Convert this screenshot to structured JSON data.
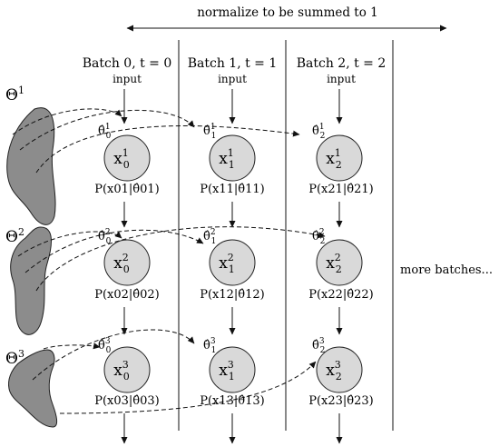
{
  "header": {
    "normalize_label": "normalize to be summed to 1"
  },
  "more_batches": "more batches...",
  "params": [
    {
      "base": "Θ",
      "sup": "1"
    },
    {
      "base": "Θ",
      "sup": "2"
    },
    {
      "base": "Θ",
      "sup": "3"
    }
  ],
  "batches": [
    {
      "title": "Batch 0, t = 0",
      "input": "input",
      "rows": [
        {
          "theta": "θ̂",
          "theta_sub": "0",
          "theta_sup": "1",
          "node": "x",
          "node_sub": "0",
          "node_sup": "1",
          "prob": "P(x01|θ̂01)"
        },
        {
          "theta": "θ̂",
          "theta_sub": "0",
          "theta_sup": "2",
          "node": "x",
          "node_sub": "0",
          "node_sup": "2",
          "prob": "P(x02|θ̂02)"
        },
        {
          "theta": "θ̂",
          "theta_sub": "0",
          "theta_sup": "3",
          "node": "x",
          "node_sub": "0",
          "node_sup": "3",
          "prob": "P(x03|θ̂03)"
        }
      ]
    },
    {
      "title": "Batch 1, t = 1",
      "input": "input",
      "rows": [
        {
          "theta": "θ̂",
          "theta_sub": "1",
          "theta_sup": "1",
          "node": "x",
          "node_sub": "1",
          "node_sup": "1",
          "prob": "P(x11|θ̂11)"
        },
        {
          "theta": "θ̂",
          "theta_sub": "1",
          "theta_sup": "2",
          "node": "x",
          "node_sub": "1",
          "node_sup": "2",
          "prob": "P(x12|θ̂12)"
        },
        {
          "theta": "θ̂",
          "theta_sub": "1",
          "theta_sup": "3",
          "node": "x",
          "node_sub": "1",
          "node_sup": "3",
          "prob": "P(x13|θ̂13)"
        }
      ]
    },
    {
      "title": "Batch 2, t = 2",
      "input": "input",
      "rows": [
        {
          "theta": "θ̂",
          "theta_sub": "2",
          "theta_sup": "1",
          "node": "x",
          "node_sub": "2",
          "node_sup": "1",
          "prob": "P(x21|θ̂21)"
        },
        {
          "theta": "θ̂",
          "theta_sub": "2",
          "theta_sup": "2",
          "node": "x",
          "node_sub": "2",
          "node_sup": "2",
          "prob": "P(x22|θ̂22)"
        },
        {
          "theta": "θ̂",
          "theta_sub": "2",
          "theta_sup": "3",
          "node": "x",
          "node_sub": "2",
          "node_sup": "3",
          "prob": "P(x23|θ̂23)"
        }
      ]
    }
  ]
}
